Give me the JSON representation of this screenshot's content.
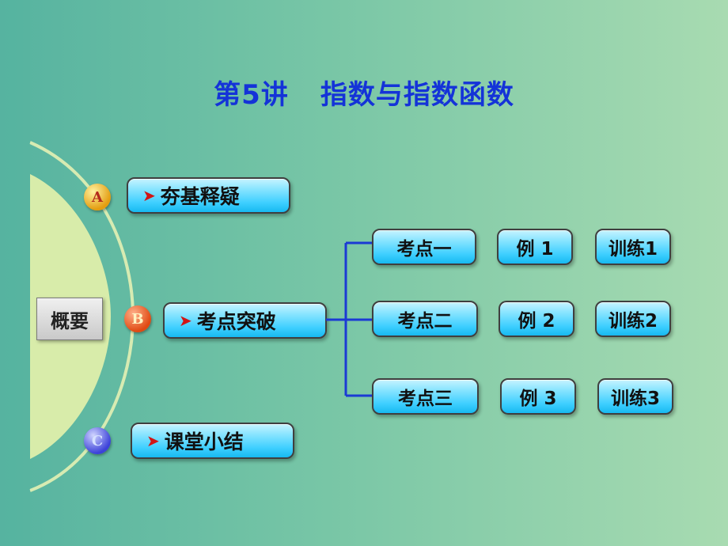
{
  "title": {
    "lecture": "第5讲",
    "topic": "指数与指数函数"
  },
  "overview_label": "概要",
  "badges": {
    "a": "A",
    "b": "B",
    "c": "C"
  },
  "sections": {
    "a": "夯基释疑",
    "b": "考点突破",
    "c": "课堂小结"
  },
  "points": [
    {
      "point": "考点一",
      "example": "例 1",
      "training": "训练1"
    },
    {
      "point": "考点二",
      "example": "例 2",
      "training": "训练2"
    },
    {
      "point": "考点三",
      "example": "例 3",
      "training": "训练3"
    }
  ],
  "colors": {
    "title": "#1433d8",
    "arrow": "#d11515",
    "pill": "#3ecfff",
    "connector": "#1b3ad4"
  },
  "icons": {
    "section_arrow": "red-play-arrow-icon"
  }
}
